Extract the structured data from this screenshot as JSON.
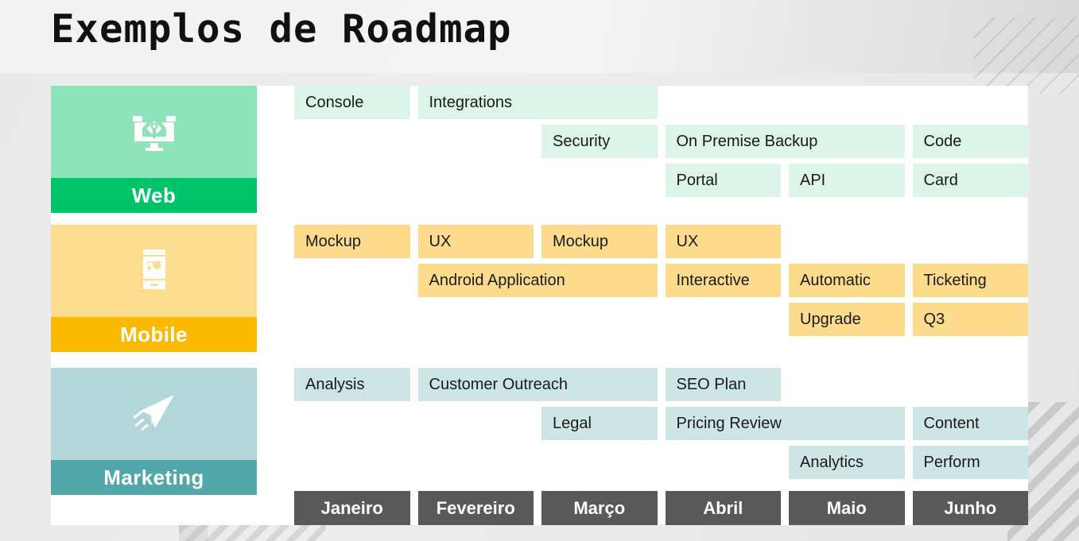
{
  "page": {
    "title": "Exemplos de Roadmap",
    "card_bg": "#ffffff",
    "background": "#ececec"
  },
  "colors": {
    "web_light": "#8fe3bb",
    "web_dark": "#00c46a",
    "web_task": "#ddf4e8",
    "mobile_light": "#fcdd90",
    "mobile_dark": "#fbb900",
    "mobile_task": "#fcdb8c",
    "marketing_light": "#b3d7d9",
    "marketing_dark": "#52a8a8",
    "marketing_task": "#cde5e5",
    "month_bar": "#595959",
    "task_text": "#1a1a1a"
  },
  "timeline": {
    "columns": 6,
    "months": [
      {
        "label": "Janeiro"
      },
      {
        "label": "Fevereiro"
      },
      {
        "label": "Março"
      },
      {
        "label": "Abril"
      },
      {
        "label": "Maio"
      },
      {
        "label": "Junho"
      }
    ]
  },
  "lanes": [
    {
      "key": "web",
      "label": "Web",
      "icon": "monitor-pen-tool-icon",
      "light": "#8fe3bb",
      "dark": "#00c46a",
      "task_color": "#ddf4e8",
      "tasks": [
        {
          "label": "Console",
          "row": 0,
          "start": 1,
          "span": 1
        },
        {
          "label": "Integrations",
          "row": 0,
          "start": 2,
          "span": 2
        },
        {
          "label": "Security",
          "row": 1,
          "start": 3,
          "span": 1
        },
        {
          "label": "On Premise Backup",
          "row": 1,
          "start": 4,
          "span": 2
        },
        {
          "label": "Code",
          "row": 1,
          "start": 6,
          "span": 1
        },
        {
          "label": "Portal",
          "row": 2,
          "start": 4,
          "span": 1
        },
        {
          "label": "API",
          "row": 2,
          "start": 5,
          "span": 1
        },
        {
          "label": "Card",
          "row": 2,
          "start": 6,
          "span": 1
        }
      ]
    },
    {
      "key": "mobile",
      "label": "Mobile",
      "icon": "smartphone-image-icon",
      "light": "#fcdd90",
      "dark": "#fbb900",
      "task_color": "#fcdb8c",
      "tasks": [
        {
          "label": "Mockup",
          "row": 0,
          "start": 1,
          "span": 1
        },
        {
          "label": "UX",
          "row": 0,
          "start": 2,
          "span": 1
        },
        {
          "label": "Mockup",
          "row": 0,
          "start": 3,
          "span": 1
        },
        {
          "label": "UX",
          "row": 0,
          "start": 4,
          "span": 1
        },
        {
          "label": "Android Application",
          "row": 1,
          "start": 2,
          "span": 2
        },
        {
          "label": "Interactive",
          "row": 1,
          "start": 4,
          "span": 1
        },
        {
          "label": "Automatic",
          "row": 1,
          "start": 5,
          "span": 1
        },
        {
          "label": "Ticketing",
          "row": 1,
          "start": 6,
          "span": 1
        },
        {
          "label": "Upgrade",
          "row": 2,
          "start": 5,
          "span": 1
        },
        {
          "label": "Q3",
          "row": 2,
          "start": 6,
          "span": 1
        }
      ]
    },
    {
      "key": "marketing",
      "label": "Marketing",
      "icon": "paper-plane-icon",
      "light": "#b3d7d9",
      "dark": "#52a8a8",
      "task_color": "#cde5e5",
      "tasks": [
        {
          "label": "Analysis",
          "row": 0,
          "start": 1,
          "span": 1
        },
        {
          "label": "Customer Outreach",
          "row": 0,
          "start": 2,
          "span": 2
        },
        {
          "label": "SEO Plan",
          "row": 0,
          "start": 4,
          "span": 1
        },
        {
          "label": "Legal",
          "row": 1,
          "start": 3,
          "span": 1
        },
        {
          "label": "Pricing Review",
          "row": 1,
          "start": 4,
          "span": 2
        },
        {
          "label": "Content",
          "row": 1,
          "start": 6,
          "span": 1
        },
        {
          "label": "Analytics",
          "row": 2,
          "start": 5,
          "span": 1
        },
        {
          "label": "Perform",
          "row": 2,
          "start": 6,
          "span": 1
        }
      ]
    }
  ]
}
